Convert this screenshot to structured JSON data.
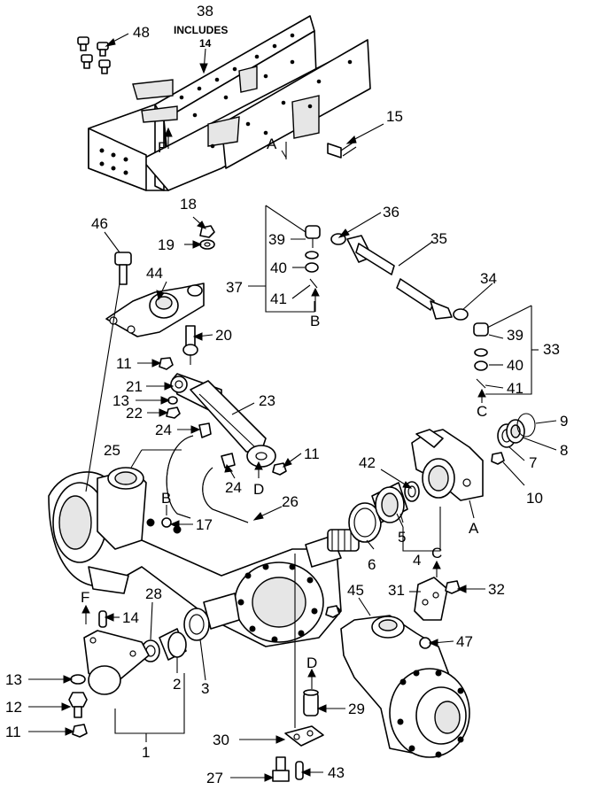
{
  "diagram": {
    "callouts": {
      "n1": "1",
      "n2": "2",
      "n3": "3",
      "n4": "4",
      "n5": "5",
      "n6": "6",
      "n7": "7",
      "n8": "8",
      "n9": "9",
      "n10": "10",
      "n11a": "11",
      "n11b": "11",
      "n11c": "11",
      "n12": "12",
      "n13a": "13",
      "n13b": "13",
      "n14": "14",
      "n15": "15",
      "n17": "17",
      "n18": "18",
      "n19": "19",
      "n20": "20",
      "n21": "21",
      "n22": "22",
      "n23": "23",
      "n24a": "24",
      "n24b": "24",
      "n25": "25",
      "n26": "26",
      "n27": "27",
      "n28": "28",
      "n29": "29",
      "n30": "30",
      "n31": "31",
      "n32": "32",
      "n33": "33",
      "n34": "34",
      "n35": "35",
      "n36": "36",
      "n37": "37",
      "n38": "38",
      "n39a": "39",
      "n39b": "39",
      "n40a": "40",
      "n40b": "40",
      "n41a": "41",
      "n41b": "41",
      "n42": "42",
      "n43": "43",
      "n44": "44",
      "n45": "45",
      "n46": "46",
      "n47": "47",
      "n48": "48"
    },
    "includes_text": "INCLUDES",
    "includes_num": "14",
    "letters": {
      "a1": "A",
      "a2": "A",
      "b1": "B",
      "b2": "B",
      "c1": "C",
      "c2": "C",
      "d1": "D",
      "d2": "D",
      "f1": "F",
      "f2": "F"
    }
  }
}
